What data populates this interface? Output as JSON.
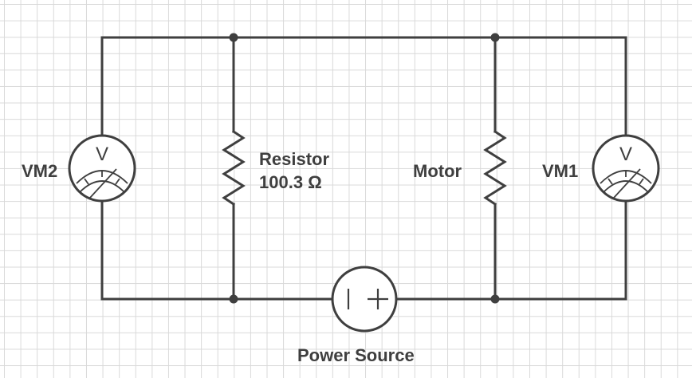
{
  "labels": {
    "vm2": "VM2",
    "vm1": "VM1",
    "resistor_name": "Resistor",
    "resistor_value": "100.3 Ω",
    "motor": "Motor",
    "power_source": "Power Source",
    "meter_symbol": "V"
  },
  "colors": {
    "line": "#3f3f3f",
    "grid": "#d9d9d9",
    "background": "#ffffff"
  }
}
